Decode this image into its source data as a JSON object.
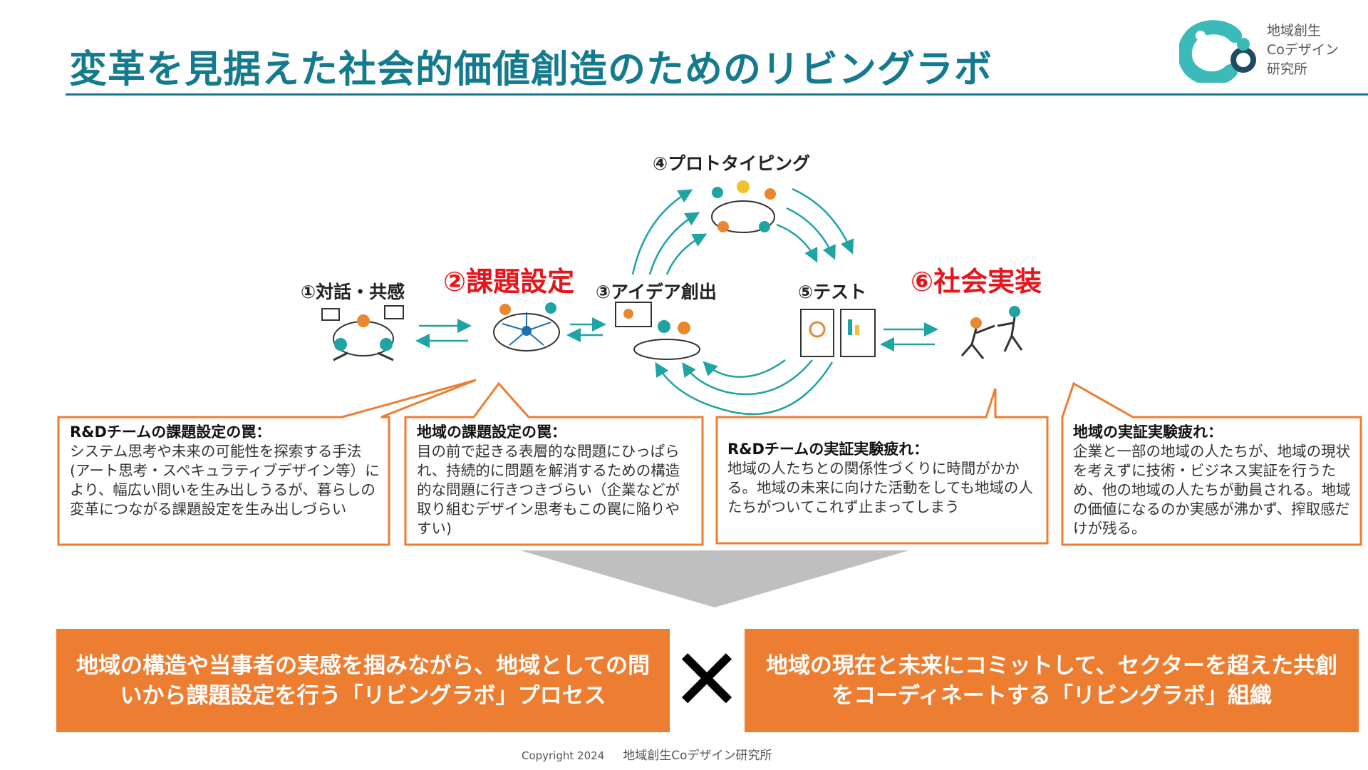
{
  "title": "変革を見据えた社会的価値創造のためのリビングラボ",
  "logo": {
    "line1": "地域創生",
    "line2": "Coデザイン",
    "line3": "研究所"
  },
  "steps": {
    "s1": "①対話・共感",
    "s2": "②課題設定",
    "s3": "③アイデア創出",
    "s4": "④プロトタイピング",
    "s5": "⑤テスト",
    "s6": "⑥社会実装"
  },
  "boxes": [
    {
      "heading": "R&Dチームの課題設定の罠：",
      "body": "システム思考や未来の可能性を探索する手法(アート思考・スペキュラティブデザイン等）により、幅広い問いを生み出しうるが、暮らしの変革につながる課題設定を生み出しづらい"
    },
    {
      "heading": "地域の課題設定の罠：",
      "body": "目の前で起きる表層的な問題にひっぱられ、持続的に問題を解消するための構造的な問題に行きつきづらい（企業などが取り組むデザイン思考もこの罠に陥りやすい)"
    },
    {
      "heading": "R&Dチームの実証実験疲れ：",
      "body": "地域の人たちとの関係性づくりに時間がかかる。地域の未来に向けた活動をしても地域の人たちがついてこれず止まってしまう"
    },
    {
      "heading": "地域の実証実験疲れ：",
      "body": "企業と一部の地域の人たちが、地域の現状を考えずに技術・ビジネス実証を行うため、他の地域の人たちが動員される。地域の価値になるのか実感が沸かず、搾取感だけが残る。"
    }
  ],
  "bottom": {
    "left": "地域の構造や当事者の実感を掴みながら、地域としての問いから課題設定を行う「リビングラボ」プロセス",
    "right": "地域の現在と未来にコミットして、セクターを超えた共創をコーディネートする「リビングラボ」組織",
    "cross": "✕"
  },
  "footer": {
    "copyright": "Copyright 2024",
    "org": "地域創生Coデザイン研究所"
  },
  "colors": {
    "teal": "#147b8e",
    "arrow": "#1fa3a3",
    "orange": "#ed7d31",
    "red": "#e8141b",
    "gray": "#bfbfbf"
  }
}
